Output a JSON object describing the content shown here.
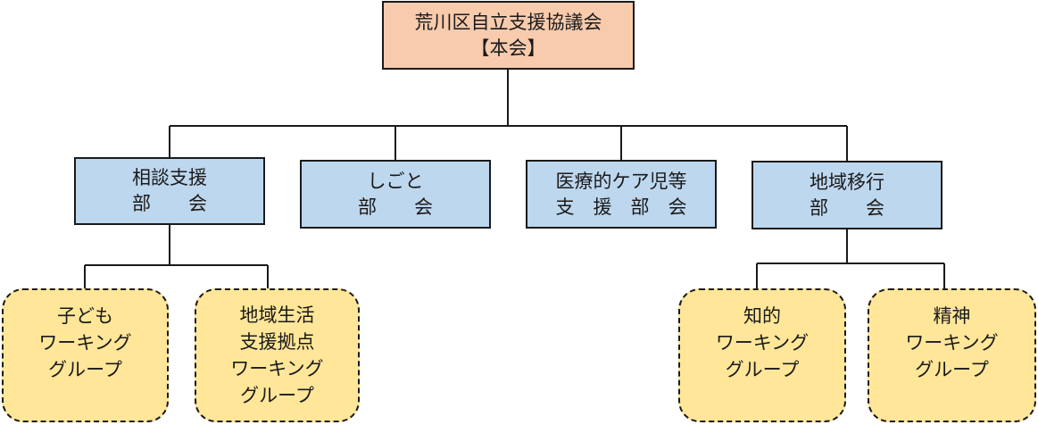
{
  "root": {
    "line1": "荒川区自立支援協議会",
    "line2": "【本会】"
  },
  "committees": [
    {
      "line1": "相談支援",
      "line2": "部　　会"
    },
    {
      "line1": "しごと",
      "line2": "部　　会"
    },
    {
      "line1": "医療的ケア児等",
      "line2": "支　援　部　会"
    },
    {
      "line1": "地域移行",
      "line2": "部　　会"
    }
  ],
  "working_groups": [
    {
      "lines": [
        "子ども",
        "ワーキング",
        "グループ"
      ]
    },
    {
      "lines": [
        "地域生活",
        "支援拠点",
        "ワーキング",
        "グループ"
      ]
    },
    {
      "lines": [
        "知的",
        "ワーキング",
        "グループ"
      ]
    },
    {
      "lines": [
        "精神",
        "ワーキング",
        "グループ"
      ]
    }
  ],
  "colors": {
    "root_fill": "#f8cbad",
    "committee_fill": "#bdd7ee",
    "working_group_fill": "#ffe699",
    "line": "#1a1a1a"
  }
}
